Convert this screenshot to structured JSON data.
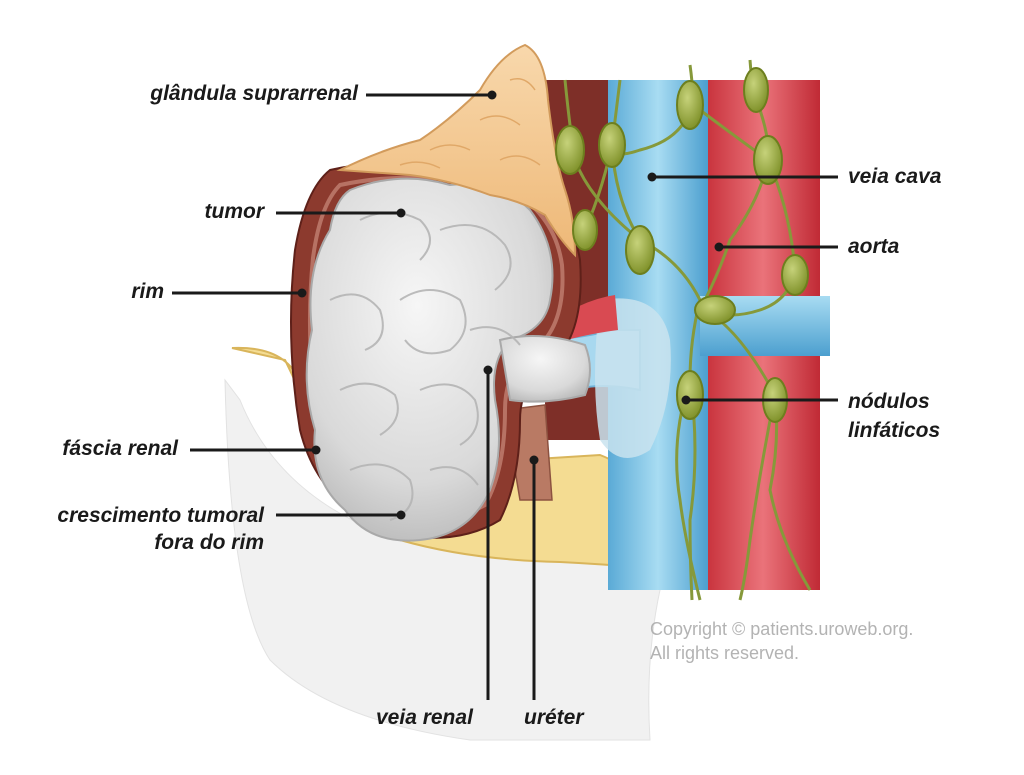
{
  "labels": {
    "adrenal_gland": "glândula suprarrenal",
    "tumor": "tumor",
    "kidney": "rim",
    "renal_fascia": "fáscia renal",
    "tumor_growth_line1": "crescimento tumoral",
    "tumor_growth_line2": "fora do rim",
    "vena_cava": "veia cava",
    "aorta": "aorta",
    "lymph_nodes_line1": "nódulos",
    "lymph_nodes_line2": "linfáticos",
    "renal_vein": "veia renal",
    "ureter": "uréter"
  },
  "copyright": {
    "line1": "Copyright © patients.uroweb.org.",
    "line2": "All rights reserved."
  },
  "colors": {
    "label_text": "#1a1a1a",
    "leader_line": "#1a1a1a",
    "tumor": "#dedede",
    "adrenal": "#f4c995",
    "kidney": "#8c3a2e",
    "fat": "#f2d78a",
    "vena_cava": "#8ec9e6",
    "aorta": "#d94a52",
    "lymph": "#9aab3c"
  }
}
